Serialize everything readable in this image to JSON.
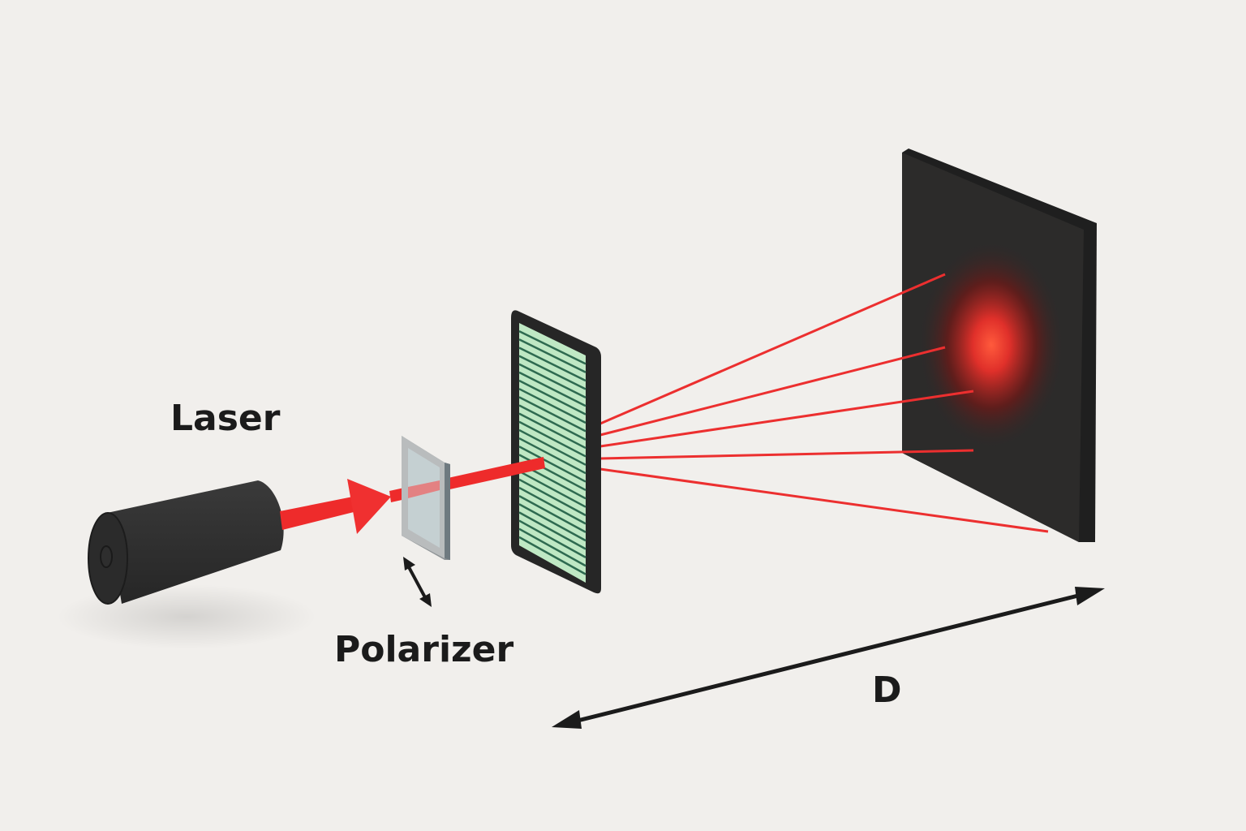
{
  "labels": {
    "laser": "Laser",
    "polarizer": "Polarizer",
    "distance": "D"
  },
  "colors": {
    "beam": "#ee2b2b",
    "grating": "#bfe8c4",
    "frame": "#2b2b2b",
    "background": "#f1efec"
  },
  "grating_line_count": 26
}
